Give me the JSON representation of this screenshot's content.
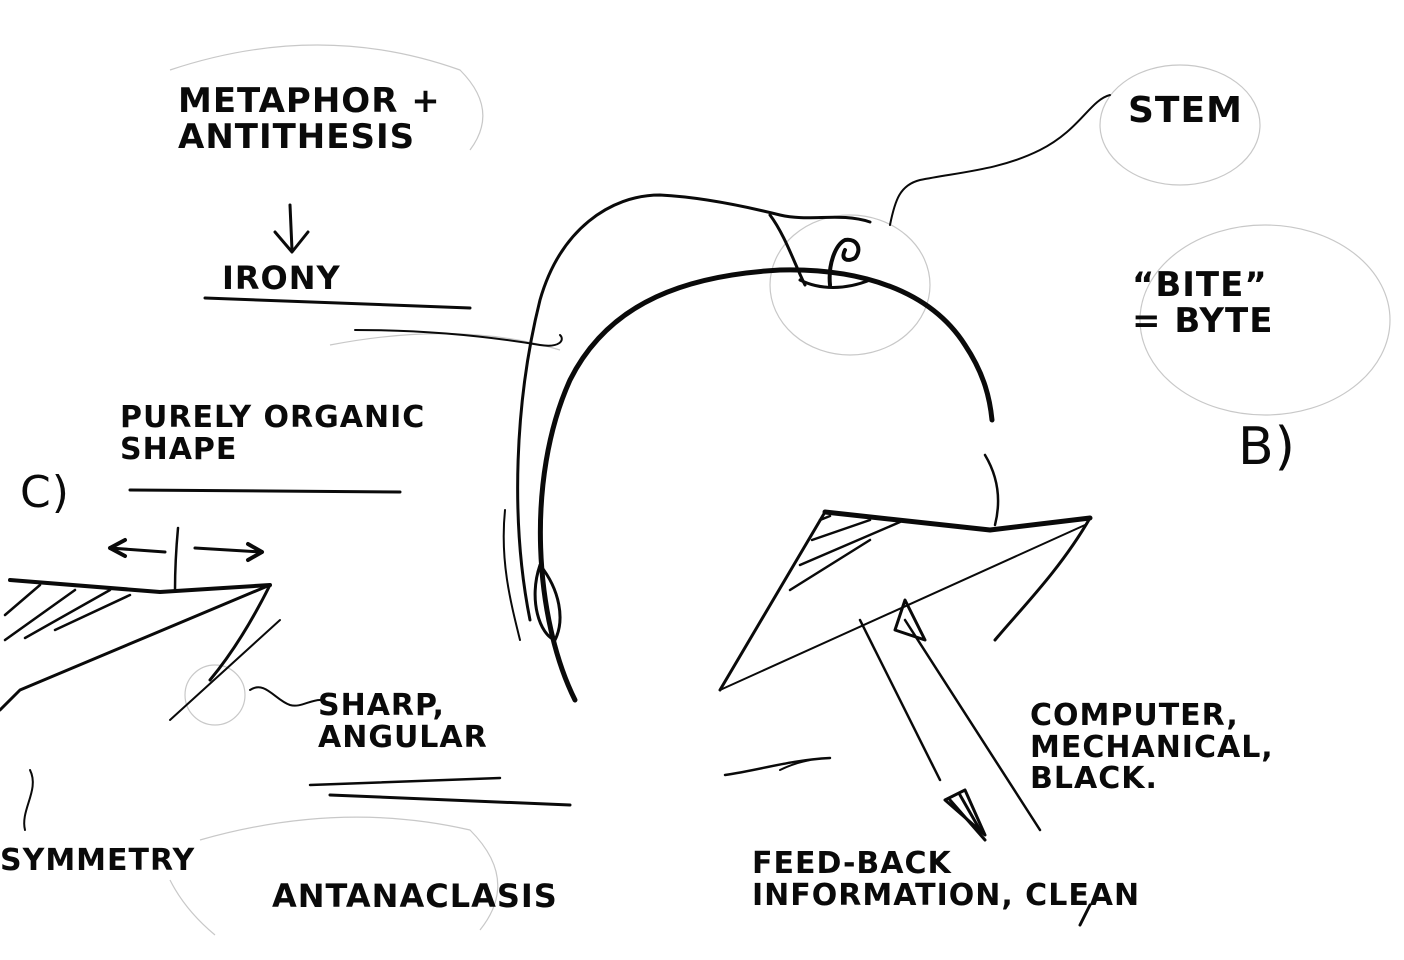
{
  "labels": {
    "metaphor": "METAPHOR +\nANTITHESIS",
    "irony": "IRONY",
    "organic": "PURELY ORGANIC\nSHAPE",
    "label_c": "c)",
    "sharp": "SHARP,\nANGULAR",
    "symmetry": "SYMMETRY",
    "antanaclasis": "ANTANACLASIS",
    "stem": "STEM",
    "bite": "“BITE”\n= BYTE",
    "label_b": "b)",
    "computer": "COMPUTER,\nMECHANICAL,\nBLACK.",
    "feedback": "FEED-BACK\nINFORMATION, CLEAN"
  },
  "colors": {
    "ink": "#0a0a0a",
    "paper": "#ffffff",
    "faint": "#c8c8c8"
  }
}
